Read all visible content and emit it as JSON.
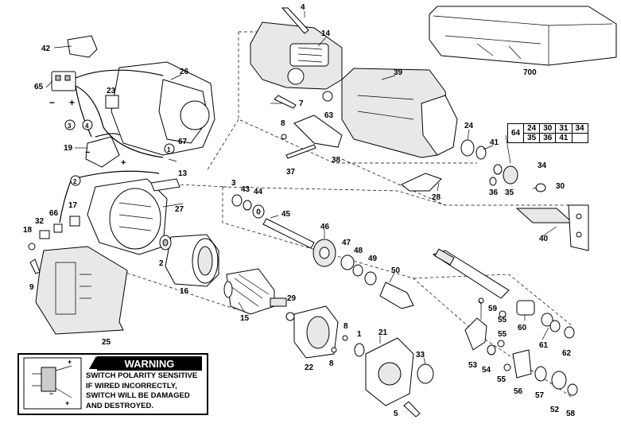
{
  "labels": {
    "l4": "4",
    "l14": "14",
    "l42": "42",
    "l26": "26",
    "l39": "39",
    "l700": "700",
    "l65": "65",
    "l23": "23",
    "l7": "7",
    "l63": "63",
    "l8a": "8",
    "l3a": "3",
    "l4b": "4",
    "l24": "24",
    "l19": "19",
    "l67": "67",
    "l1a": "1",
    "l37": "37",
    "l38": "38",
    "l41": "41",
    "l64": "64",
    "l34": "34",
    "l13": "13",
    "l2a": "2",
    "l36": "36",
    "l35": "35",
    "l30": "30",
    "l28": "28",
    "l3b": "3",
    "l43": "43",
    "l44": "44",
    "l66": "66",
    "l17": "17",
    "l27": "27",
    "l32": "32",
    "l45": "45",
    "l18": "18",
    "l46": "46",
    "l40": "40",
    "l47": "47",
    "l48": "48",
    "l49": "49",
    "l2b": "2",
    "l16": "16",
    "l50": "50",
    "l9": "9",
    "l29": "29",
    "l59": "59",
    "l55a": "55",
    "l60": "60",
    "l15": "15",
    "l8b": "8",
    "l1b": "1",
    "l21": "21",
    "l61": "61",
    "l25": "25",
    "l55b": "55",
    "l62": "62",
    "l33": "33",
    "l8c": "8",
    "l22": "22",
    "l53": "53",
    "l54": "54",
    "l55c": "55",
    "l56": "56",
    "l57": "57",
    "l52": "52",
    "l58": "58",
    "l5": "5"
  },
  "warning": {
    "heading": "WARNING",
    "line1": "SWITCH POLARITY SENSITIVE",
    "line2": "IF WIRED INCORRECTLY,",
    "line3": "SWITCH WILL BE DAMAGED",
    "line4": "AND DESTROYED."
  },
  "table": {
    "r1c0": "64",
    "r1": [
      "24",
      "30",
      "31",
      "34"
    ],
    "r2": [
      "35",
      "36",
      "41"
    ]
  },
  "switch_marks": {
    "minus": "−",
    "plus": "+"
  }
}
